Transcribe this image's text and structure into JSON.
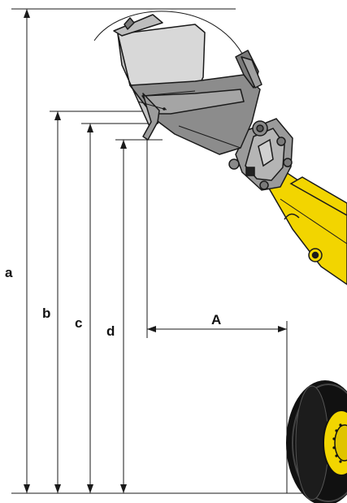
{
  "colors": {
    "line": "#1a1a1a",
    "bucket_light": "#cfcfcf",
    "bucket_mid": "#8c8c8c",
    "bucket_dark": "#6e6e6e",
    "arm_yellow": "#f2d500",
    "tire": "#111111",
    "rim": "#f2d500"
  },
  "labels": {
    "a": "a",
    "b": "b",
    "c": "c",
    "d": "d",
    "A": "A"
  },
  "icons": [
    "bucket",
    "quick-coupler",
    "lift-arm",
    "wheel"
  ]
}
